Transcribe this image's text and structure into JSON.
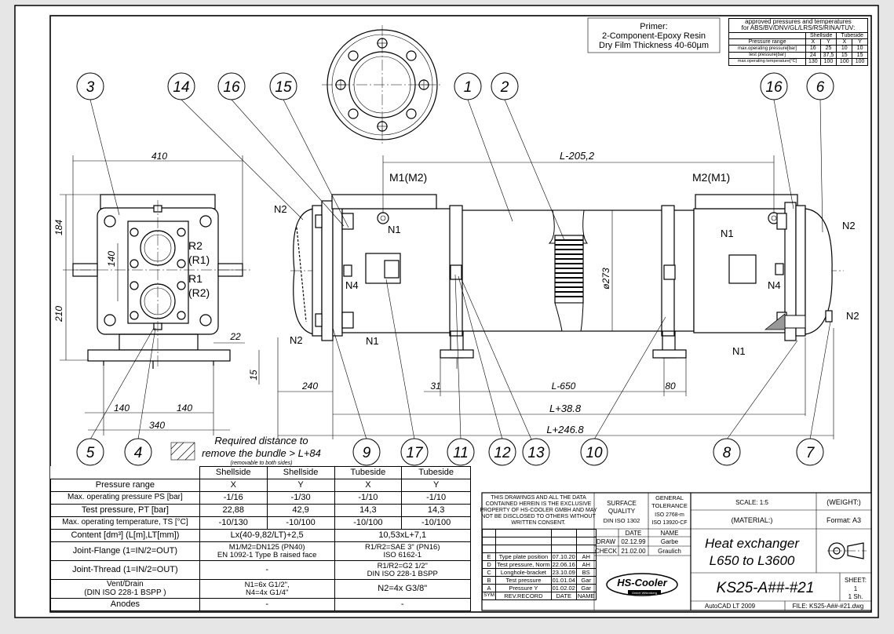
{
  "primer": {
    "title": "Primer:",
    "line1": "2-Component-Epoxy Resin",
    "line2": "Dry Film Thickness 40-60µm"
  },
  "approvals": {
    "title1": "approved pressures and temperatures",
    "title2": "for ABS/BV/DNV/GL/LRS/RS/RINA/TÜV:",
    "group_shell": "Shellside",
    "group_tube": "Tubeside",
    "rows": [
      {
        "label": "Pressure range",
        "v": [
          "X",
          "Y",
          "X",
          "Y"
        ]
      },
      {
        "label": "max.operating pressure[bar]",
        "v": [
          "16",
          "25",
          "10",
          "10"
        ]
      },
      {
        "label": "test pressure[bar]",
        "v": [
          "24",
          "37,5",
          "15",
          "15"
        ]
      },
      {
        "label": "max.operating temperature[°C]",
        "v": [
          "130",
          "100",
          "100",
          "100"
        ]
      }
    ]
  },
  "bubbles": [
    "3",
    "14",
    "16",
    "15",
    "1",
    "2",
    "16",
    "6",
    "5",
    "4",
    "9",
    "17",
    "11",
    "12",
    "13",
    "10",
    "8",
    "7"
  ],
  "labels": {
    "m1": "M1(M2)",
    "m2": "M2(M1)",
    "n1": "N1",
    "n2": "N2",
    "n4": "N4",
    "r2r1": "R2",
    "r2r1b": "(R1)",
    "r1r2": "R1",
    "r1r2b": "(R2)"
  },
  "dimensions": {
    "d410": "410",
    "d184": "184",
    "d210": "210",
    "d140v": "140",
    "d22": "22",
    "d15": "15",
    "d140a": "140",
    "d140b": "140",
    "d340": "340",
    "l205": "L-205,2",
    "d273": "ø273",
    "d240": "240",
    "d31": "31",
    "l650": "L-650",
    "d80": "80",
    "l388": "L+38.8",
    "l2468": "L+246.8"
  },
  "bundle_note": {
    "line1": "Required distance to",
    "line2": "remove the bundle > L+84",
    "line3": "(removable to both sides)"
  },
  "specs": {
    "header": [
      "",
      "Shellside",
      "Shellside",
      "Tubeside",
      "Tubeside"
    ],
    "rows": [
      [
        "Pressure range",
        "X",
        "Y",
        "X",
        "Y"
      ],
      [
        "Max. operating pressure PS [bar]",
        "-1/16",
        "-1/30",
        "-1/10",
        "-1/10"
      ],
      [
        "Test pressure, PT [bar]",
        "22,88",
        "42,9",
        "14,3",
        "14,3"
      ],
      [
        "Max. operating temperature, TS [°C]",
        "-10/130",
        "-10/100",
        "-10/100",
        "-10/100"
      ]
    ],
    "content_label": "Content [dm³] (L[m],LT[mm])",
    "content_shell": "Lx(40-9,82/LT)+2,5",
    "content_tube": "10,53xL+7,1",
    "flange_label": "Joint-Flange (1=IN/2=OUT)",
    "flange_shell1": "M1/M2=DN125 (PN40)",
    "flange_shell2": "EN 1092-1 Type B raised face",
    "flange_tube1": "R1/R2=SAE 3\" (PN16)",
    "flange_tube2": "ISO 6162-1",
    "thread_label": "Joint-Thread (1=IN/2=OUT)",
    "thread_shell": "-",
    "thread_tube1": "R1/R2=G2 1/2\"",
    "thread_tube2": "DIN ISO 228-1 BSPP",
    "vent_label1": "Vent/Drain",
    "vent_label2": "(DIN ISO 228-1 BSPP )",
    "vent_shell1": "N1=6x G1/2\",",
    "vent_shell2": "N4=4x G1/4\"",
    "vent_tube": "N2=4x G3/8\"",
    "anodes_label": "Anodes",
    "anodes_shell": "-",
    "anodes_tube": "-"
  },
  "titleblock": {
    "notice": [
      "THIS DRAWINGS AND ALL THE DATA",
      "CONTAINED HEREIN IS THE EXCLUSIVE",
      "PROPERTY OF HS-COOLER GMBH AND MAY",
      "NOT BE DISCLOSED TO OTHERS WITHOUT",
      "WRITTEN CONSENT."
    ],
    "quality": [
      "SURFACE",
      "QUALITY",
      "DIN ISO 1302"
    ],
    "tolerance": [
      "GENERAL",
      "TOLERANCE",
      "ISO 2768-m",
      "ISO 13920-CF"
    ],
    "scale": "SCALE: 1:5",
    "weight": "(WEIGHT:)",
    "material": "(MATERIAL:)",
    "format": "Format: A3",
    "date_head": "DATE",
    "name_head": "NAME",
    "draw_label": "DRAW",
    "draw_date": "02.12.99",
    "draw_name": "Garbe",
    "check_label": "CHECK",
    "check_date": "21.02.00",
    "check_name": "Graulich",
    "title1": "Heat exchanger",
    "title2": "L650 to L3600",
    "drawing_no": "KS25-A##-#21",
    "logo": "HS-Cooler",
    "logo_sub": "GmbH Wittenberg",
    "sheet_label": "SHEET:",
    "sheet_no": "1",
    "sheet_total": "1 Sh.",
    "software": "AutoCAD LT 2009",
    "file": "FILE: KS25-A##-#21.dwg",
    "revisions": [
      {
        "sym": "E",
        "record": "Type plate position",
        "date": "07.10.20",
        "name": "AH"
      },
      {
        "sym": "D",
        "record": "Test pressure, Norm",
        "date": "22.06.16",
        "name": "AH"
      },
      {
        "sym": "C",
        "record": "Longhole-bracket",
        "date": "23.10.09",
        "name": "BS"
      },
      {
        "sym": "B",
        "record": "Test pressure",
        "date": "01.01.04",
        "name": "Gar"
      },
      {
        "sym": "A",
        "record": "Pressure Y",
        "date": "01.02.02",
        "name": "Gar"
      }
    ],
    "rev_head": {
      "sym": "SYM",
      "record": "REV.RECORD",
      "date": "DATE",
      "name": "NAME"
    }
  }
}
